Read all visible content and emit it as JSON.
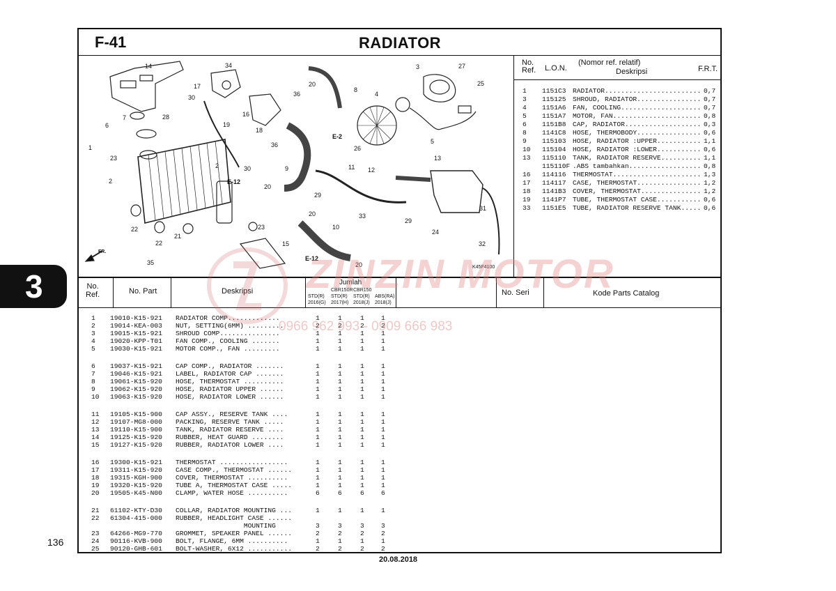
{
  "header": {
    "code": "F-41",
    "title": "RADIATOR"
  },
  "section_tab": "3",
  "page_number": "136",
  "footer_date": "20.08.2018",
  "diagram": {
    "callouts": [
      "14",
      "34",
      "17",
      "30",
      "7",
      "28",
      "6",
      "1",
      "23",
      "2",
      "19",
      "20",
      "8",
      "36",
      "16",
      "18",
      "36",
      "4",
      "3",
      "27",
      "25",
      "5",
      "E-2",
      "26",
      "9",
      "E-12",
      "20",
      "30",
      "2",
      "11",
      "12",
      "13",
      "29",
      "33",
      "29",
      "31",
      "24",
      "22",
      "22",
      "21",
      "35",
      "23",
      "15",
      "20",
      "10",
      "E-12",
      "20",
      "32",
      "FR."
    ],
    "figure_code": "K45F4100"
  },
  "ref_table": {
    "headers": {
      "no": "No.",
      "ref": "Ref.",
      "lon": "L.O.N.",
      "desc_top": "(Nomor ref. relatif)",
      "desc": "Deskripsi",
      "frt": "F.R.T."
    },
    "rows": [
      {
        "no": "1",
        "lon": "1151C3",
        "desc": "RADIATOR........................",
        "frt": "0,7"
      },
      {
        "no": "3",
        "lon": "115125",
        "desc": "SHROUD, RADIATOR................",
        "frt": "0,7"
      },
      {
        "no": "4",
        "lon": "1151A6",
        "desc": "FAN, COOLING....................",
        "frt": "0,7"
      },
      {
        "no": "5",
        "lon": "1151A7",
        "desc": "MOTOR, FAN......................",
        "frt": "0,8"
      },
      {
        "no": "6",
        "lon": "1151B8",
        "desc": "CAP, RADIATOR...................",
        "frt": "0,3"
      },
      {
        "no": "8",
        "lon": "1141C8",
        "desc": "HOSE, THERMOBODY................",
        "frt": "0,6"
      },
      {
        "no": "9",
        "lon": "115103",
        "desc": "HOSE, RADIATOR :UPPER...........",
        "frt": "1,1"
      },
      {
        "no": "10",
        "lon": "115104",
        "desc": "HOSE, RADIATOR :LOWER...........",
        "frt": "0,6"
      },
      {
        "no": "13",
        "lon": "115110",
        "desc": "TANK, RADIATOR RESERVE..........",
        "frt": "1,1"
      },
      {
        "no": "",
        "lon": "115110F",
        "desc": ".ABS tambahkan..................",
        "frt": "0,8"
      },
      {
        "no": "16",
        "lon": "114116",
        "desc": "THERMOSTAT......................",
        "frt": "1,3"
      },
      {
        "no": "17",
        "lon": "114117",
        "desc": "CASE, THERMOSTAT................",
        "frt": "1,2"
      },
      {
        "no": "18",
        "lon": "1141B3",
        "desc": "COVER, THERMOSTAT...............",
        "frt": "1,2"
      },
      {
        "no": "19",
        "lon": "1141P7",
        "desc": "TUBE, THERMOSTAT CASE...........",
        "frt": "0,6"
      },
      {
        "no": "33",
        "lon": "1151E5",
        "desc": "TUBE, RADIATOR RESERVE TANK.....",
        "frt": "0,6"
      }
    ]
  },
  "parts_table": {
    "headers": {
      "no": "No.",
      "ref": "Ref.",
      "part": "No. Part",
      "desc": "Deskripsi",
      "qty": "Jumlah",
      "seri": "No. Seri",
      "catalog": "Kode Parts Catalog"
    },
    "qty_columns": [
      {
        "model": "",
        "std": "STD(R)",
        "year": "2016(G)"
      },
      {
        "model": "CBR150R",
        "std": "STD(R)",
        "year": "2017(H)"
      },
      {
        "model": "CBR150",
        "std": "STD(R)",
        "year": "2018(J)"
      },
      {
        "model": "",
        "std": "ABS(RA)",
        "year": "2018(J)"
      }
    ],
    "groups": [
      [
        {
          "ref": "1",
          "part": "19010-K15-921",
          "desc": "RADIATOR COMP.............",
          "q": [
            "1",
            "1",
            "1",
            "1"
          ]
        },
        {
          "ref": "2",
          "part": "19014-KEA-003",
          "desc": "NUT, SETTING(6MM) .........",
          "q": [
            "2",
            "2",
            "2",
            "2"
          ]
        },
        {
          "ref": "3",
          "part": "19015-K15-921",
          "desc": "SHROUD COMP...............",
          "q": [
            "1",
            "1",
            "1",
            "1"
          ]
        },
        {
          "ref": "4",
          "part": "19020-KPP-T01",
          "desc": "FAN COMP., COOLING .......",
          "q": [
            "1",
            "1",
            "1",
            "1"
          ]
        },
        {
          "ref": "5",
          "part": "19030-K15-921",
          "desc": "MOTOR COMP., FAN .........",
          "q": [
            "1",
            "1",
            "1",
            "1"
          ]
        }
      ],
      [
        {
          "ref": "6",
          "part": "19037-K15-921",
          "desc": "CAP COMP., RADIATOR .......",
          "q": [
            "1",
            "1",
            "1",
            "1"
          ]
        },
        {
          "ref": "7",
          "part": "19046-K15-921",
          "desc": "LABEL, RADIATOR CAP .......",
          "q": [
            "1",
            "1",
            "1",
            "1"
          ]
        },
        {
          "ref": "8",
          "part": "19061-K15-920",
          "desc": "HOSE, THERMOSTAT ..........",
          "q": [
            "1",
            "1",
            "1",
            "1"
          ]
        },
        {
          "ref": "9",
          "part": "19062-K15-920",
          "desc": "HOSE, RADIATOR UPPER ......",
          "q": [
            "1",
            "1",
            "1",
            "1"
          ]
        },
        {
          "ref": "10",
          "part": "19063-K15-920",
          "desc": "HOSE, RADIATOR LOWER ......",
          "q": [
            "1",
            "1",
            "1",
            "1"
          ]
        }
      ],
      [
        {
          "ref": "11",
          "part": "19105-K15-900",
          "desc": "CAP ASSY., RESERVE TANK ....",
          "q": [
            "1",
            "1",
            "1",
            "1"
          ]
        },
        {
          "ref": "12",
          "part": "19107-MG8-000",
          "desc": "PACKING, RESERVE TANK .....",
          "q": [
            "1",
            "1",
            "1",
            "1"
          ]
        },
        {
          "ref": "13",
          "part": "19110-K15-900",
          "desc": "TANK, RADIATOR RESERVE ....",
          "q": [
            "1",
            "1",
            "1",
            "1"
          ]
        },
        {
          "ref": "14",
          "part": "19125-K15-920",
          "desc": "RUBBER, HEAT GUARD ........",
          "q": [
            "1",
            "1",
            "1",
            "1"
          ]
        },
        {
          "ref": "15",
          "part": "19127-K15-920",
          "desc": "RUBBER, RADIATOR LOWER ....",
          "q": [
            "1",
            "1",
            "1",
            "1"
          ]
        }
      ],
      [
        {
          "ref": "16",
          "part": "19300-K15-921",
          "desc": "THERMOSTAT .................",
          "q": [
            "1",
            "1",
            "1",
            "1"
          ]
        },
        {
          "ref": "17",
          "part": "19311-K15-920",
          "desc": "CASE COMP., THERMOSTAT ......",
          "q": [
            "1",
            "1",
            "1",
            "1"
          ]
        },
        {
          "ref": "18",
          "part": "19315-KGH-900",
          "desc": "COVER, THERMOSTAT ..........",
          "q": [
            "1",
            "1",
            "1",
            "1"
          ]
        },
        {
          "ref": "19",
          "part": "19320-K15-920",
          "desc": "TUBE A, THERMOSTAT CASE .....",
          "q": [
            "1",
            "1",
            "1",
            "1"
          ]
        },
        {
          "ref": "20",
          "part": "19505-K45-N00",
          "desc": "CLAMP, WATER HOSE ..........",
          "q": [
            "6",
            "6",
            "6",
            "6"
          ]
        }
      ],
      [
        {
          "ref": "21",
          "part": "61102-KTY-D30",
          "desc": "COLLAR, RADIATOR MOUNTING ...",
          "q": [
            "1",
            "1",
            "1",
            "1"
          ]
        },
        {
          "ref": "22",
          "part": "61304-415-000",
          "desc": "RUBBER, HEADLIGHT CASE ......",
          "q": [
            "",
            "",
            "",
            ""
          ]
        },
        {
          "ref": "",
          "part": "",
          "desc": "                 MOUNTING",
          "q": [
            "3",
            "3",
            "3",
            "3"
          ]
        },
        {
          "ref": "23",
          "part": "64266-MG9-770",
          "desc": "GROMMET, SPEAKER PANEL ......",
          "q": [
            "2",
            "2",
            "2",
            "2"
          ]
        },
        {
          "ref": "24",
          "part": "90116-KVB-900",
          "desc": "BOLT, FLANGE, 6MM ..........",
          "q": [
            "1",
            "1",
            "1",
            "1"
          ]
        },
        {
          "ref": "25",
          "part": "90120-GHB-601",
          "desc": "BOLT-WASHER, 6X12 ...........",
          "q": [
            "2",
            "2",
            "2",
            "2"
          ]
        }
      ]
    ]
  },
  "watermark": {
    "brand": "ZINZIN MOTOR",
    "phone": "0966 962 993 - 0909 666 983"
  }
}
